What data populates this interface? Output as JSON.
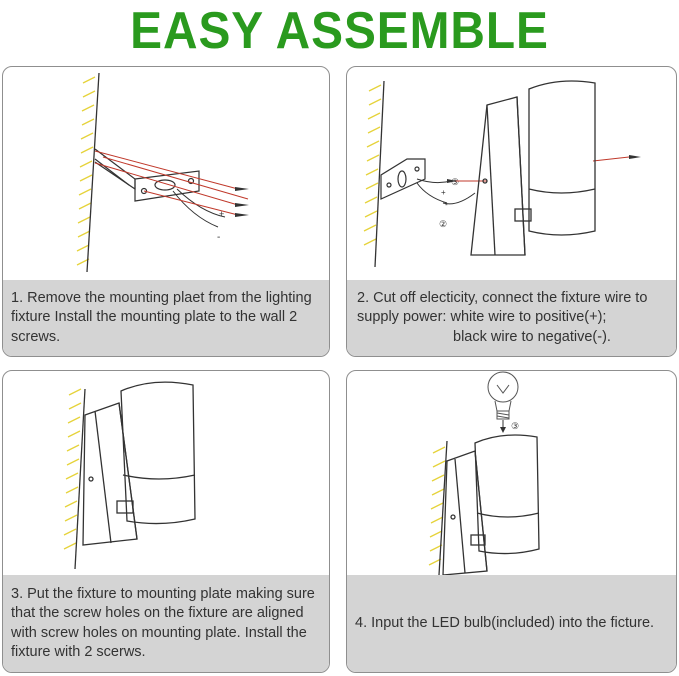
{
  "title": "EASY ASSEMBLE",
  "steps": [
    {
      "lines": [
        "1. Remove the mounting plaet from the lighting",
        "fixture Install the mounting plate to the wall 2",
        "screws."
      ]
    },
    {
      "lines": [
        "2. Cut off electicity, connect the fixture wire to",
        "supply power: white wire to positive(+);",
        "black wire to negative(-)."
      ]
    },
    {
      "lines": [
        "3. Put the fixture to mounting plate making sure",
        "that the screw holes on the fixture are aligned",
        "with screw holes on mounting plate. Install the",
        "fixture with 2 scerws."
      ]
    },
    {
      "lines": [
        "4. Input the LED bulb(included) into the ficture."
      ]
    }
  ],
  "callouts": {
    "one": "①",
    "two": "②",
    "three": "③",
    "plus": "+",
    "minus": "-"
  },
  "colors": {
    "title": "#2a9a1e",
    "caption_bg": "#d4d4d4",
    "wall_hatch": "#e6d33a",
    "arrow": "#c0392b"
  }
}
